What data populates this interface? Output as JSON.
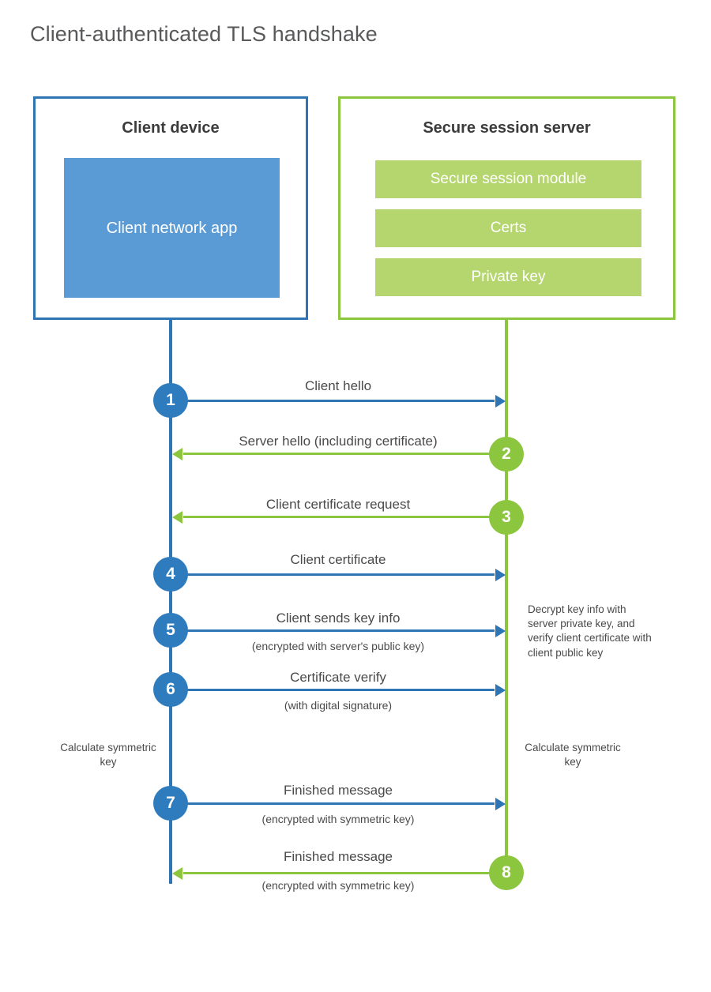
{
  "title": "Client-authenticated TLS handshake",
  "colors": {
    "client_blue": "#2e75b6",
    "client_app_fill": "#5b9bd5",
    "server_green": "#8cc63f",
    "server_bar_fill": "#b5d66f",
    "step_blue": "#2e7bbd",
    "text": "#4a4a4a",
    "title_text": "#58595b"
  },
  "actors": {
    "client": {
      "title": "Client device",
      "app_label": "Client network app"
    },
    "server": {
      "title": "Secure session server",
      "components": [
        "Secure session module",
        "Certs",
        "Private key"
      ]
    }
  },
  "steps": [
    {
      "number": "1",
      "label": "Client hello",
      "sublabel": "",
      "direction": "client-to-server",
      "color": "blue"
    },
    {
      "number": "2",
      "label": "Server hello (including certificate)",
      "sublabel": "",
      "direction": "server-to-client",
      "color": "green"
    },
    {
      "number": "3",
      "label": "Client certificate request",
      "sublabel": "",
      "direction": "server-to-client",
      "color": "green"
    },
    {
      "number": "4",
      "label": "Client certificate",
      "sublabel": "",
      "direction": "client-to-server",
      "color": "blue"
    },
    {
      "number": "5",
      "label": "Client sends key info",
      "sublabel": "(encrypted with server's public key)",
      "direction": "client-to-server",
      "color": "blue"
    },
    {
      "number": "6",
      "label": "Certificate verify",
      "sublabel": "(with digital signature)",
      "direction": "client-to-server",
      "color": "blue"
    },
    {
      "number": "7",
      "label": "Finished message",
      "sublabel": "(encrypted with symmetric key)",
      "direction": "client-to-server",
      "color": "blue"
    },
    {
      "number": "8",
      "label": "Finished message",
      "sublabel": "(encrypted with symmetric key)",
      "direction": "server-to-client",
      "color": "green"
    }
  ],
  "notes": {
    "server_decrypt": "Decrypt key info with server private key, and verify client certificate with client public key",
    "client_calculate": "Calculate symmetric key",
    "server_calculate": "Calculate symmetric key"
  }
}
